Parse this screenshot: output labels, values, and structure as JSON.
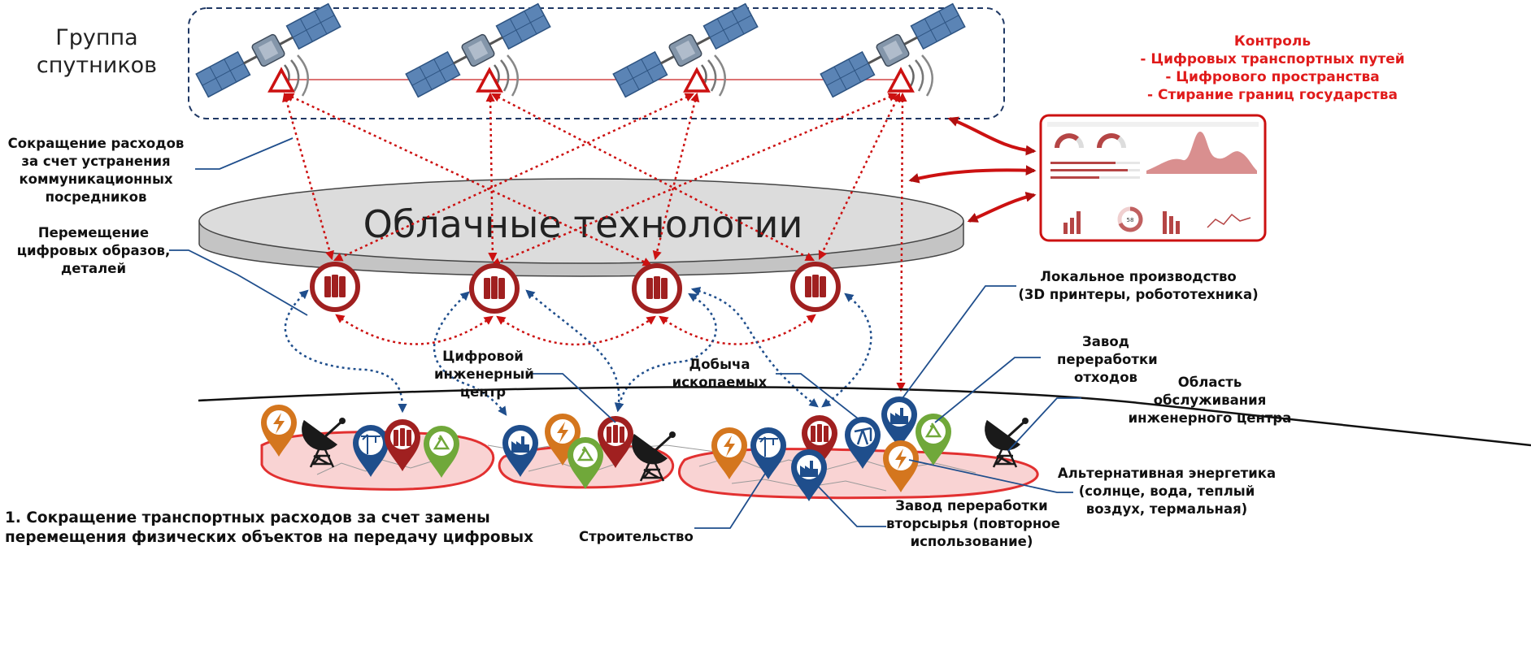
{
  "labels": {
    "satellite_group": [
      "Группа",
      "спутников"
    ],
    "control": [
      "Контроль",
      "- Цифровых транспортных путей",
      "- Цифрового пространства",
      "- Стирание границ государства"
    ],
    "cost_reduction": [
      "Сокращение расходов",
      "за счет устранения",
      "коммуникационных",
      "посредников"
    ],
    "digital_images": [
      "Перемещение",
      "цифровых образов,",
      "деталей"
    ],
    "cloud": "Облачные технологии",
    "local_production": [
      "Локальное производство",
      "(3D принтеры, робототехника)"
    ],
    "waste_plant": [
      "Завод",
      "переработки",
      "отходов"
    ],
    "service_area": [
      "Область",
      "обслуживания",
      "инженерного центра"
    ],
    "digital_center": [
      "Цифровой",
      "инженерный",
      "центр"
    ],
    "mining": [
      "Добыча",
      "ископаемых"
    ],
    "alt_energy": [
      "Альтернативная энергетика",
      "(солнце, вода, теплый",
      "воздух, термальная)"
    ],
    "recycling": [
      "Завод переработки",
      "вторсырья (повторное",
      "использование)"
    ],
    "construction": "Строительство",
    "bottom_note": [
      "1. Сокращение транспортных расходов за счет замены",
      "перемещения физических объектов на передачу цифровых"
    ]
  },
  "icons": {
    "satellite": "satellite-icon",
    "server": "server-icon",
    "energy": "lightning-icon",
    "crane": "crane-icon",
    "recycle": "recycle-icon",
    "factory": "factory-icon",
    "oil_pump": "oil-pump-icon",
    "dish": "satellite-dish-icon",
    "dashboard": "dashboard-thumbnail"
  },
  "dashboard": {
    "gauge_value": "58"
  },
  "colors": {
    "red_accent": "#e01b1b",
    "dark_red": "#a02020",
    "blue": "#1f4e8c",
    "navy": "#1f3864",
    "orange": "#d4761e",
    "green": "#70a83a",
    "cloud_fill": "#d9d9d9",
    "region_fill": "#f9d3d3"
  }
}
